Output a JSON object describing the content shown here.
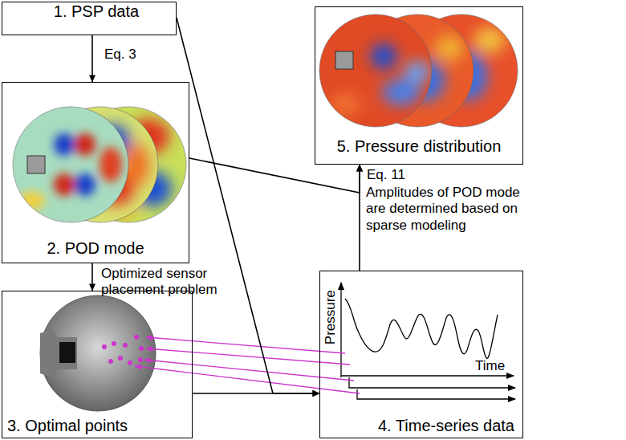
{
  "diagram": {
    "nodes": [
      {
        "text": [
          "1. PSP data"
        ]
      },
      {
        "text": [
          "2. POD mode"
        ]
      },
      {
        "text": [
          "3. Optimal points"
        ]
      },
      {
        "text": [
          "4. Time-series data"
        ]
      },
      {
        "text": [
          "5. Pressure distribution"
        ]
      }
    ],
    "edges": [
      {
        "from": 0,
        "to": 1,
        "arrow": "to",
        "label": "Eq. 3"
      },
      {
        "from": 1,
        "to": 2,
        "arrow": "to",
        "label": "Optimized sensor placement problem"
      },
      {
        "from": 0,
        "to": 3,
        "arrow": "to"
      },
      {
        "from": 2,
        "to": 3,
        "arrow": "to"
      },
      {
        "from": 1,
        "to": 4,
        "arrow": "to"
      },
      {
        "from": 3,
        "to": 4,
        "arrow": "to",
        "label": "Eq. 11"
      }
    ],
    "labels": [
      "Amplitudes of POD mode are determined based on sparse modeling",
      "Pressure",
      "Time"
    ]
  }
}
